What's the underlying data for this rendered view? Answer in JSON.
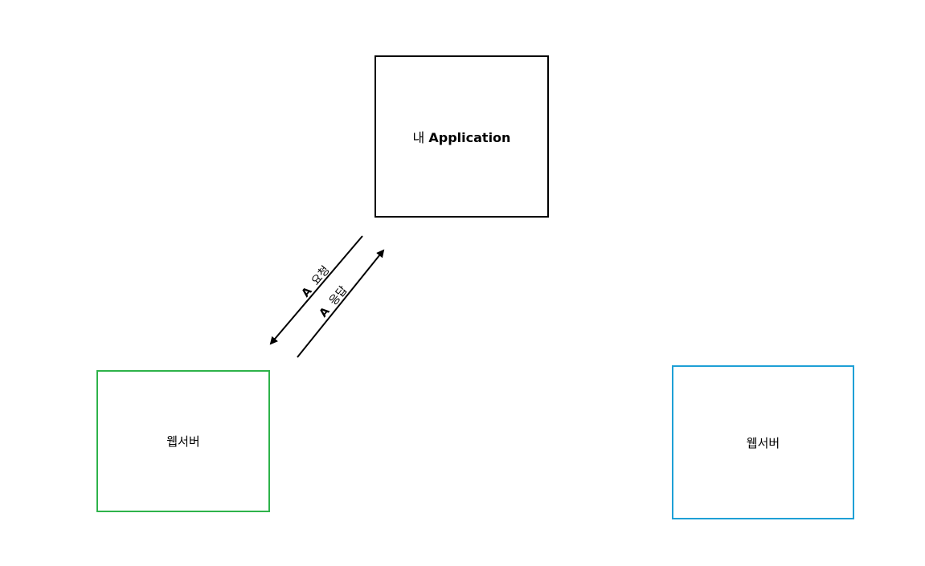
{
  "nodes": {
    "app": {
      "prefix": "내",
      "name": "Application"
    },
    "web_server_left": {
      "label": "웹서버"
    },
    "web_server_right": {
      "label": "웹서버"
    }
  },
  "edges": [
    {
      "from": "app",
      "to": "web_server_left",
      "key": "A",
      "text": "요청"
    },
    {
      "from": "web_server_left",
      "to": "app",
      "key": "A",
      "text": "응답"
    }
  ],
  "colors": {
    "app_border": "#000000",
    "web_server_left_border": "#2eb34a",
    "web_server_right_border": "#1ea0d6",
    "arrow": "#000000"
  }
}
